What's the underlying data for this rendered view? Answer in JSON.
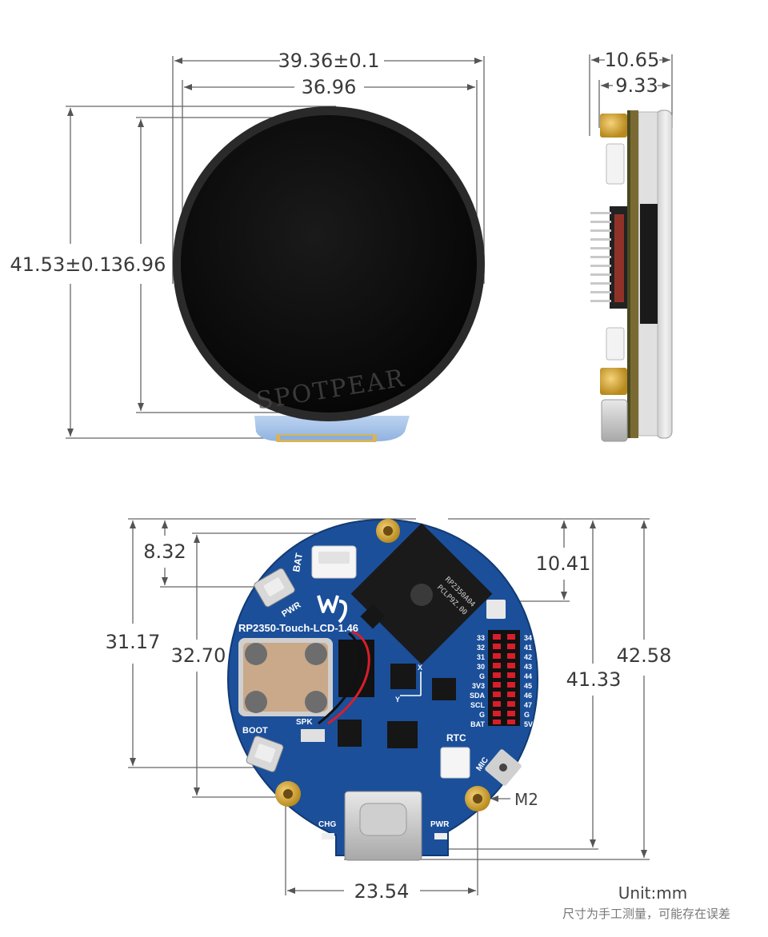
{
  "front_view": {
    "width_outer": "39.36±0.1",
    "width_inner": "36.96",
    "height_outer": "41.53±0.1",
    "height_inner": "36.96",
    "watermark": "SPOTPEAR"
  },
  "side_view": {
    "thickness_total": "10.65",
    "thickness_body": "9.33"
  },
  "back_view": {
    "dim_top_offset": "8.32",
    "dim_right_offset": "10.41",
    "dim_hole_spacing_left": "31.17",
    "dim_hole_spacing_inner": "32.70",
    "dim_height_inner": "41.33",
    "dim_height_total": "42.58",
    "dim_bottom_width": "23.54",
    "hole_label": "M2",
    "board_name": "RP2350-Touch-LCD-1.46",
    "silk_bat": "BAT",
    "silk_pwr": "PWR",
    "silk_boot": "BOOT",
    "silk_spk": "SPK",
    "silk_rtc": "RTC",
    "silk_mic": "MIC",
    "silk_chg": "CHG",
    "silk_pwr_led": "PWR",
    "chip_text_1": "RP2350A04",
    "chip_text_2": "PCLP9Z.00",
    "pin_labels": [
      "33",
      "32",
      "31",
      "30",
      "G",
      "3V3",
      "SDA",
      "SCL",
      "G",
      "BAT"
    ],
    "pin_labels_right": [
      "34",
      "41",
      "42",
      "43",
      "44",
      "45",
      "46",
      "47",
      "G",
      "5V"
    ]
  },
  "footer": {
    "unit": "Unit:mm",
    "disclaimer": "尺寸为手工测量，可能存在误差"
  },
  "colors": {
    "pcb_blue": "#1b4f9a",
    "lcd_black": "#0d0d0d",
    "gold": "#d4a63a"
  }
}
